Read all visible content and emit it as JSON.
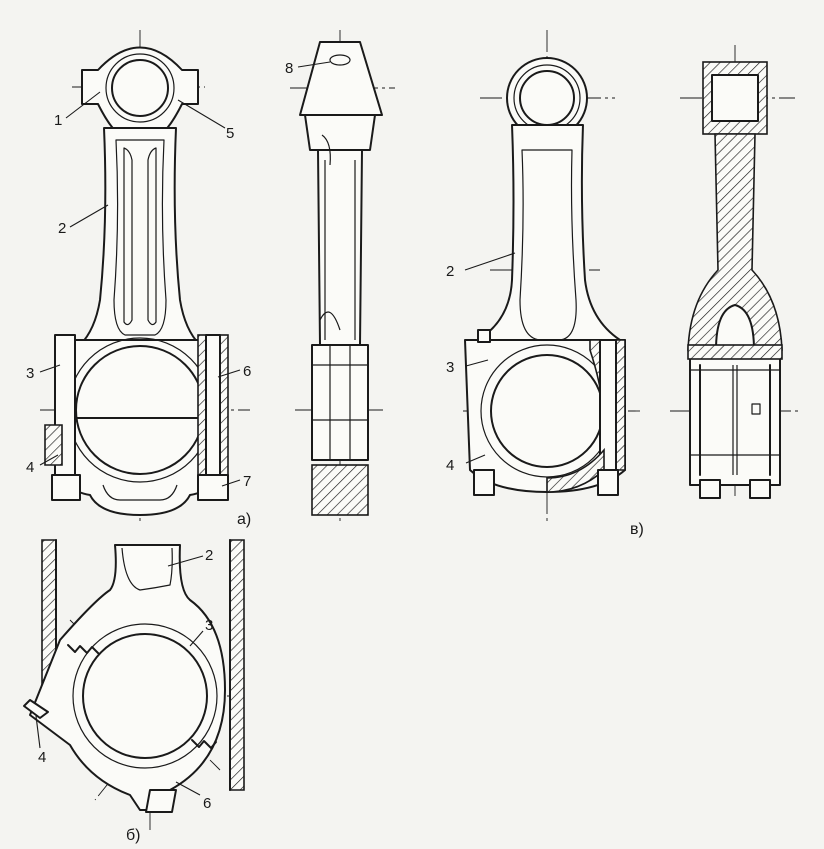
{
  "figures": [
    {
      "id": "a",
      "caption": "а)",
      "callouts": [
        "1",
        "2",
        "3",
        "4",
        "5",
        "6",
        "7",
        "8"
      ]
    },
    {
      "id": "b",
      "caption": "б)",
      "callouts": [
        "2",
        "3",
        "4",
        "6"
      ]
    },
    {
      "id": "v",
      "caption": "в)",
      "callouts": [
        "2",
        "3",
        "4"
      ]
    }
  ],
  "colors": {
    "line": "#1a1a1a",
    "paper": "#f4f4f1"
  }
}
